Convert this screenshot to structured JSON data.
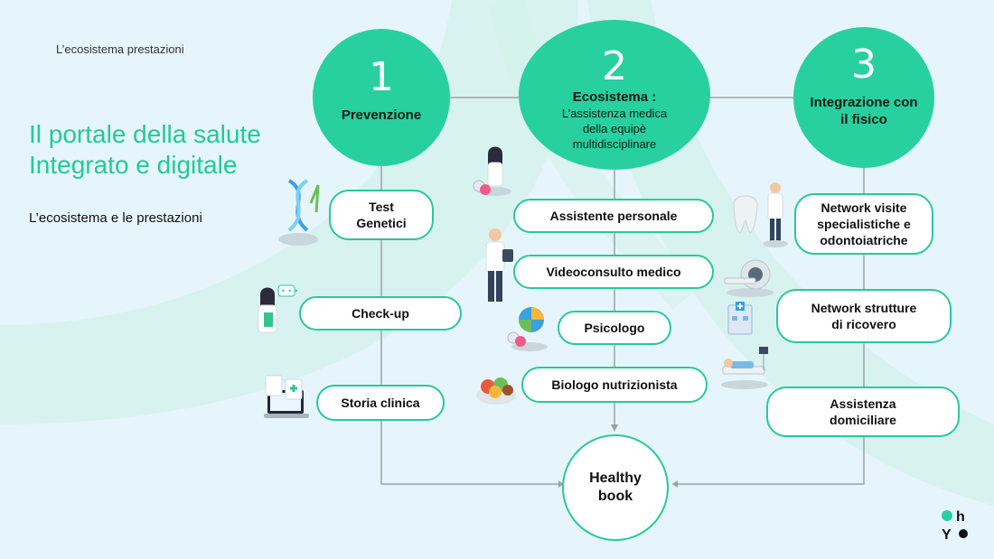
{
  "header": "L’ecosistema prestazioni",
  "title_line1": "Il portale della salute",
  "title_line2": "Integrato e digitale",
  "subtitle": "L’ecosistema e le prestazioni",
  "columns": [
    {
      "number": "1",
      "label": "Prevenzione",
      "description": ""
    },
    {
      "number": "2",
      "label": "Ecosistema :",
      "description": "L’assistenza medica della equipè multidisciplinare"
    },
    {
      "number": "3",
      "label": "Integrazione con il fisico",
      "description": ""
    }
  ],
  "col1_items": [
    "Test Genetici",
    "Check-up",
    "Storia clinica"
  ],
  "col2_items": [
    "Assistente personale",
    "Videoconsulto medico",
    "Psicologo",
    "Biologo nutrizionista"
  ],
  "col3_items": [
    "Network visite specialistiche e odontoiatriche",
    "Network strutture di ricovero",
    "Assistenza domiciliare"
  ],
  "center": "Healthy book",
  "logo_letters": [
    "h",
    "Y"
  ],
  "colors": {
    "accent": "#28d0a0",
    "background": "#e6f5fb",
    "connector": "#9aa3a8"
  }
}
